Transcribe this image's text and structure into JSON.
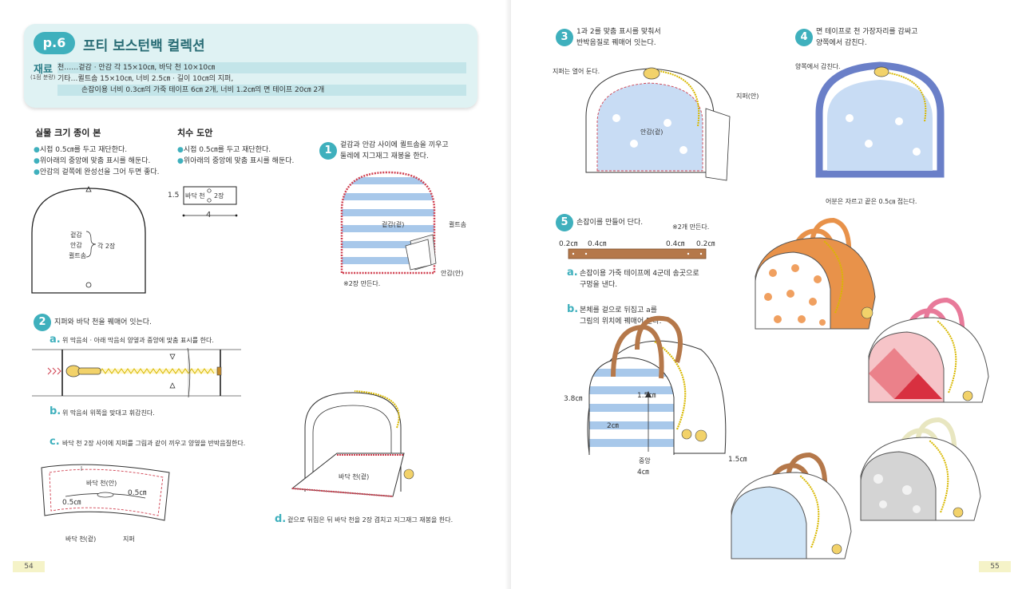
{
  "header": {
    "page_badge": "p.6",
    "title": "프티 보스턴백 컬렉션",
    "materials_label": "재료",
    "materials_sub": "(1점 분량)",
    "row1": "천……겉감 · 안감 각 15×10㎝, 바닥 천 10×10㎝",
    "row2": "기타…퀼트솜 15×10㎝, 너비 2.5㎝ · 길이 10㎝의 지퍼,",
    "row3": "손잡이용 너비 0.3㎝의 가죽 테이프 6㎝ 2개, 너비 1.2㎝의 면 테이프 20㎝ 2개"
  },
  "pattern": {
    "title": "실물 크기 종이 본",
    "bullets": [
      "시접 0.5㎝를 두고 재단한다.",
      "위아래의 중앙에 맞춤 표시를 해둔다.",
      "안감의 겉쪽에 완성선을 그어 두면 좋다."
    ],
    "labels": [
      "겉감",
      "안감",
      "퀼트솜"
    ],
    "each": "각 2장"
  },
  "dims": {
    "title": "치수 도안",
    "bullets": [
      "시접 0.5㎝를 두고 재단한다.",
      "위아래의 중앙에 맞춤 표시를 해둔다."
    ],
    "h": "1.5",
    "w": "4",
    "label": "바닥 천",
    "count": "2장"
  },
  "step1": {
    "num": "1",
    "text1": "겉감과 안감 사이에 퀼트솜을 끼우고",
    "text2": "둘레에 지그재그 재봉을 한다.",
    "outer": "겉감(겉)",
    "quilt": "퀼트솜",
    "lining": "안감(안)",
    "note": "※2장 만든다."
  },
  "step2": {
    "num": "2",
    "text": "지퍼와 바닥 천을 꿰매어 잇는다.",
    "a_letter": "a.",
    "a_text": "위 막음쇠 · 아래 막음쇠 양옆과 중앙에 맞춤 표시를 한다.",
    "b_letter": "b.",
    "b_text": "위 막음쇠 위쪽을 맞대고 휘감친다.",
    "c_letter": "c.",
    "c_text": "바닥 천 2장 사이에 지퍼를 그림과 같이 끼우고 양옆을 반박음질한다.",
    "bottom_in": "바닥 천(안)",
    "bottom_out": "바닥 천(겉)",
    "zipper": "지퍼",
    "m1": "0.5㎝",
    "m2": "0.5㎝",
    "d_letter": "d.",
    "d_text": "겉으로 뒤집은 뒤 바닥 천을 2장 겹치고 지그재그 재봉을 한다.",
    "d_label": "바닥 천(겉)"
  },
  "step3": {
    "num": "3",
    "text1": "1과 2를 맞춤 표시를 맞춰서",
    "text2": "반박음질로 꿰매어 잇는다.",
    "zip_open": "지퍼는 열어 둔다.",
    "zip_in": "지퍼(안)",
    "outer": "안감(겉)"
  },
  "step4": {
    "num": "4",
    "text1": "면 테이프로 천 가장자리를 감싸고",
    "text2": "양쪽에서 감친다.",
    "both": "양쪽에서 감친다.",
    "end": "어분은 자르고 끝은 0.5㎝ 접는다."
  },
  "step5": {
    "num": "5",
    "text": "손잡이를 만들어 단다.",
    "note": "※2개 만든다.",
    "m1": "0.2㎝",
    "m2": "0.4㎝",
    "m3": "0.4㎝",
    "m4": "0.2㎝",
    "a_letter": "a.",
    "a_text1": "손잡이용 가죽 테이프에 4군데 송곳으로",
    "a_text2": "구멍을 낸다.",
    "b_letter": "b.",
    "b_text1": "본체를 겉으로 뒤집고 a를",
    "b_text2": "그림의 위치에 꿰매어 단다.",
    "d1": "3.8㎝",
    "d2": "1.5㎝",
    "d3": "2㎝",
    "d4": "중앙",
    "d5": "4㎝",
    "d6": "1.5㎝"
  },
  "page_left": "54",
  "page_right": "55",
  "colors": {
    "teal": "#3fb0bd",
    "header_bg": "#dff2f3",
    "orange": "#e8924a",
    "pink": "#e8707a",
    "blue": "#a8c8ea",
    "purple": "#6a7fc8",
    "leather": "#b5784a"
  }
}
